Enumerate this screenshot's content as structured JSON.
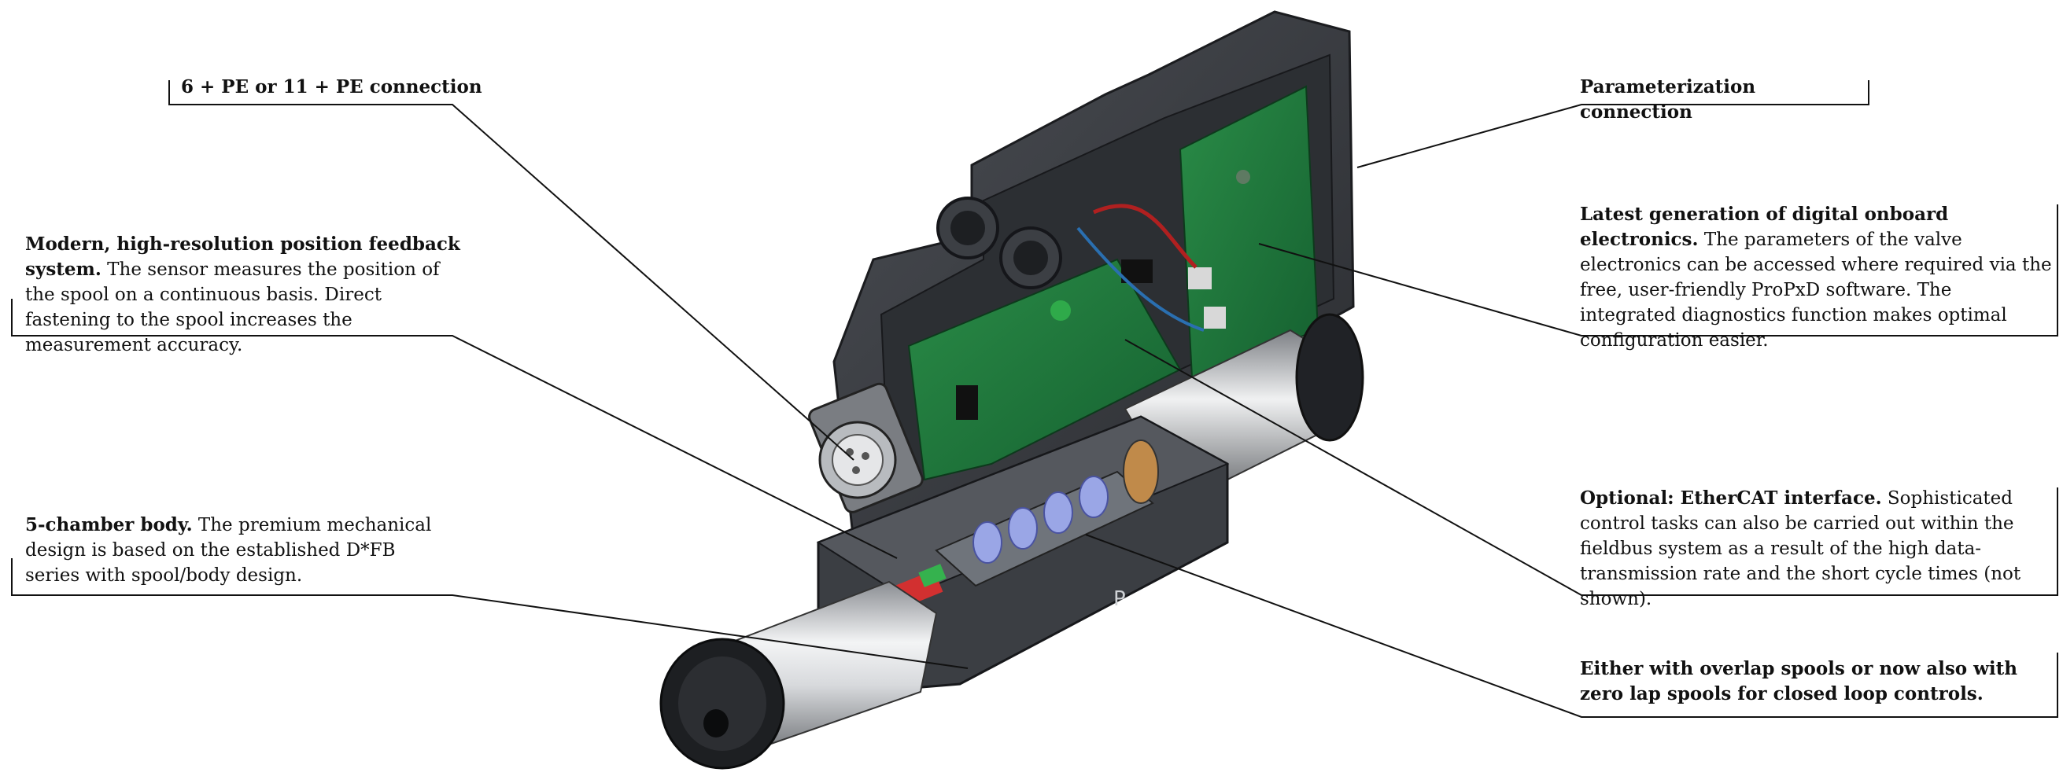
{
  "callouts": {
    "connection": {
      "lead": "6 + PE or 11 + PE connection",
      "body": ""
    },
    "position_feedback": {
      "lead": "Modern, high-resolution position feedback system.",
      "body": " The sensor measures the position of the spool on a continuous basis. Direct fastening to the spool increases the measurement accuracy."
    },
    "chamber_body": {
      "lead": "5-chamber body.",
      "body": " The premium mechanical design is based on the established D*FB series with spool/body design."
    },
    "parameterization": {
      "lead": "Parameterization connection",
      "body": ""
    },
    "electronics": {
      "lead": "Latest generation of digital onboard electronics.",
      "body": " The parameters of the valve electronics can be accessed where required via the free, user-friendly ProPxD software. The integrated diagnostics function makes optimal configuration easier."
    },
    "ethercat": {
      "lead": "Optional: EtherCAT interface.",
      "body": " Sophisticated control tasks can also be carried out within the fieldbus system as a result of the high data-transmission rate and the short cycle times (not shown)."
    },
    "spools": {
      "lead": "Either with overlap spools or now also with zero lap spools for closed loop controls.",
      "body": ""
    }
  },
  "valve_label": "P",
  "colors": {
    "housing": "#3a3d42",
    "pcb": "#1f7a3a",
    "solenoid": "#c9ccd0",
    "spool": "#9aa6e6",
    "line": "#111111"
  }
}
